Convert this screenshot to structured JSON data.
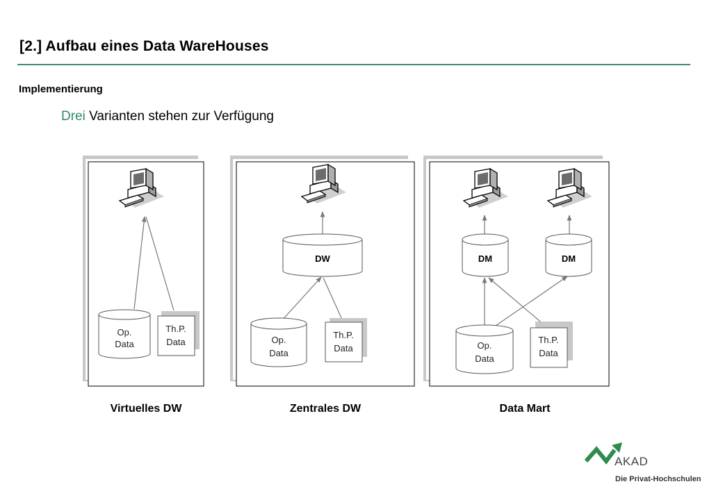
{
  "header": {
    "title": "[2.] Aufbau eines Data WareHouses",
    "subtitle": "Implementierung",
    "lead_accent": "Drei",
    "lead_rest": " Varianten stehen zur Verfügung"
  },
  "panels": [
    {
      "label": "Virtuelles DW",
      "op_data": [
        "Op.",
        "Data"
      ],
      "thp_data": [
        "Th.P.",
        "Data"
      ]
    },
    {
      "label": "Zentrales DW",
      "store": "DW",
      "op_data": [
        "Op.",
        "Data"
      ],
      "thp_data": [
        "Th.P.",
        "Data"
      ]
    },
    {
      "label": "Data Mart",
      "stores": [
        "DM",
        "DM"
      ],
      "op_data": [
        "Op.",
        "Data"
      ],
      "thp_data": [
        "Th.P.",
        "Data"
      ]
    }
  ],
  "logo": {
    "name": "AKAD",
    "tagline": "Die Privat-Hochschulen",
    "color": "#2f8a4e"
  },
  "colors": {
    "accent": "#2f8a68",
    "rule": "#3f8a6c",
    "panel_shadow": "#c8c8c8"
  }
}
